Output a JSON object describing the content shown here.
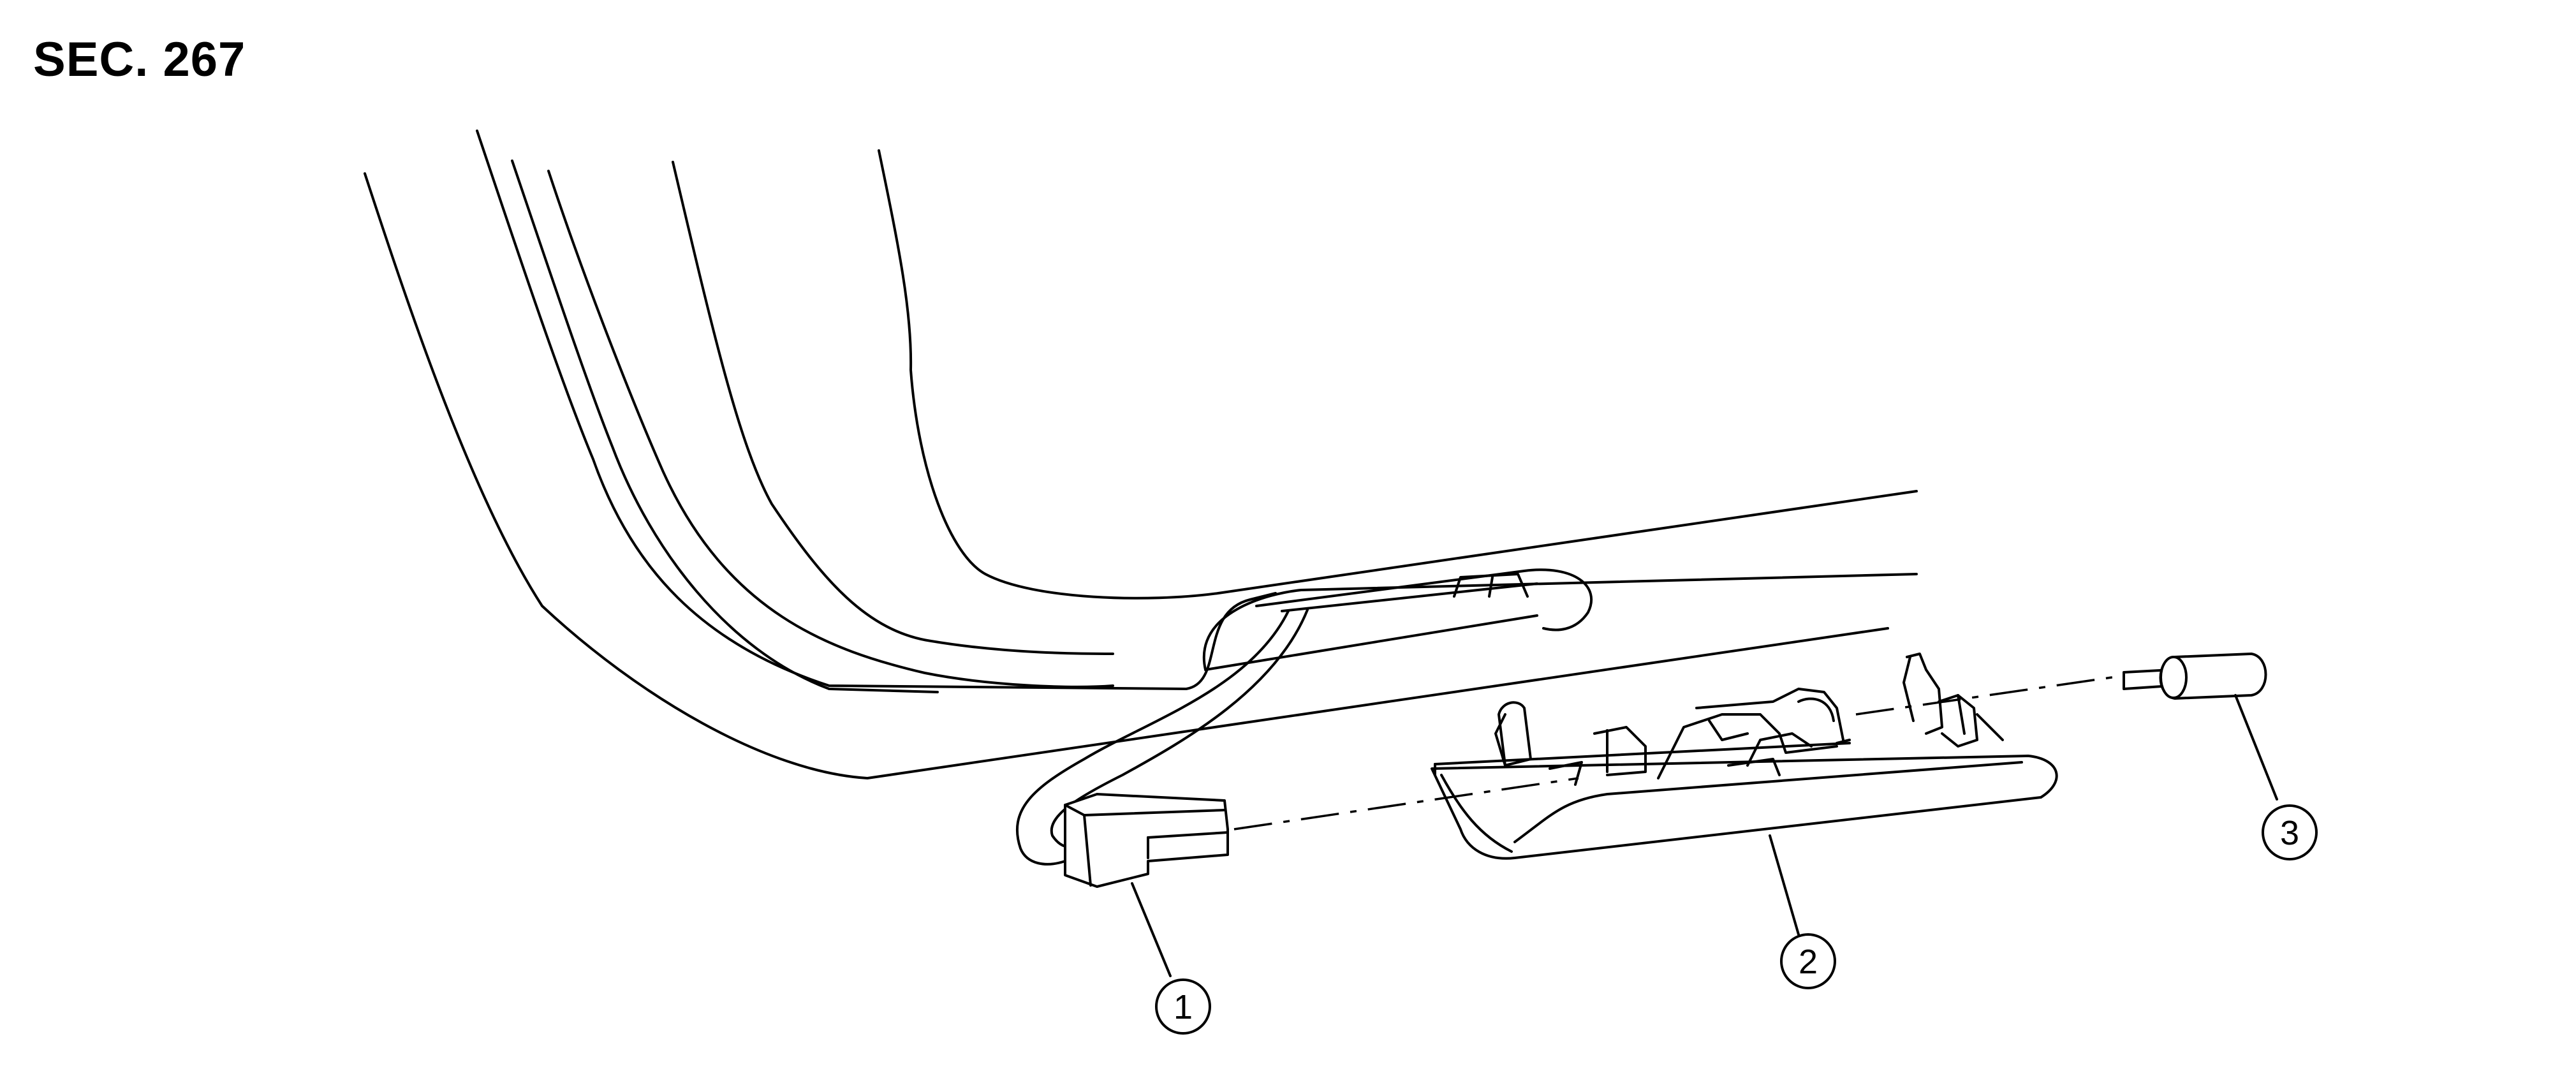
{
  "section_label": "SEC. 267",
  "callouts": [
    {
      "id": "1",
      "number": "1"
    },
    {
      "id": "2",
      "number": "2"
    },
    {
      "id": "3",
      "number": "3"
    }
  ]
}
